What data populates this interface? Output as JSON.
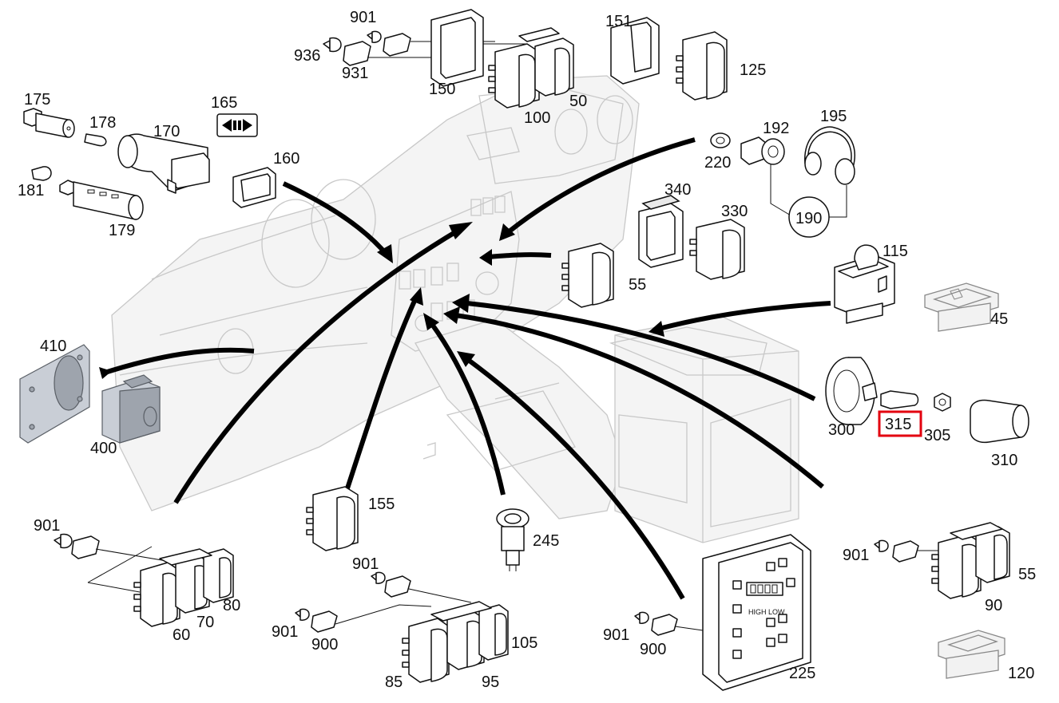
{
  "labels": [
    {
      "id": "901a",
      "text": "901"
    },
    {
      "id": "936",
      "text": "936"
    },
    {
      "id": "931",
      "text": "931"
    },
    {
      "id": "150",
      "text": "150"
    },
    {
      "id": "100",
      "text": "100"
    },
    {
      "id": "50",
      "text": "50"
    },
    {
      "id": "151",
      "text": "151"
    },
    {
      "id": "125",
      "text": "125"
    },
    {
      "id": "175",
      "text": "175"
    },
    {
      "id": "178",
      "text": "178"
    },
    {
      "id": "165",
      "text": "165"
    },
    {
      "id": "170",
      "text": "170"
    },
    {
      "id": "160",
      "text": "160"
    },
    {
      "id": "181",
      "text": "181"
    },
    {
      "id": "179",
      "text": "179"
    },
    {
      "id": "195",
      "text": "195"
    },
    {
      "id": "192",
      "text": "192"
    },
    {
      "id": "220",
      "text": "220"
    },
    {
      "id": "190",
      "text": "190"
    },
    {
      "id": "340",
      "text": "340"
    },
    {
      "id": "330",
      "text": "330"
    },
    {
      "id": "55a",
      "text": "55"
    },
    {
      "id": "115",
      "text": "115"
    },
    {
      "id": "45",
      "text": "45"
    },
    {
      "id": "410",
      "text": "410"
    },
    {
      "id": "400",
      "text": "400"
    },
    {
      "id": "300",
      "text": "300"
    },
    {
      "id": "315",
      "text": "315"
    },
    {
      "id": "305",
      "text": "305"
    },
    {
      "id": "310",
      "text": "310"
    },
    {
      "id": "155",
      "text": "155"
    },
    {
      "id": "245",
      "text": "245"
    },
    {
      "id": "901b",
      "text": "901"
    },
    {
      "id": "60",
      "text": "60"
    },
    {
      "id": "70",
      "text": "70"
    },
    {
      "id": "80",
      "text": "80"
    },
    {
      "id": "901c",
      "text": "901"
    },
    {
      "id": "901d",
      "text": "901"
    },
    {
      "id": "900a",
      "text": "900"
    },
    {
      "id": "85",
      "text": "85"
    },
    {
      "id": "95",
      "text": "95"
    },
    {
      "id": "105",
      "text": "105"
    },
    {
      "id": "901e",
      "text": "901"
    },
    {
      "id": "900b",
      "text": "900"
    },
    {
      "id": "225",
      "text": "225"
    },
    {
      "id": "901f",
      "text": "901"
    },
    {
      "id": "55b",
      "text": "55"
    },
    {
      "id": "90",
      "text": "90"
    },
    {
      "id": "120",
      "text": "120"
    }
  ],
  "panel_225": {
    "high_low": "HIGH LOW"
  },
  "highlight": {
    "label": "315",
    "color": "#e3000f"
  }
}
